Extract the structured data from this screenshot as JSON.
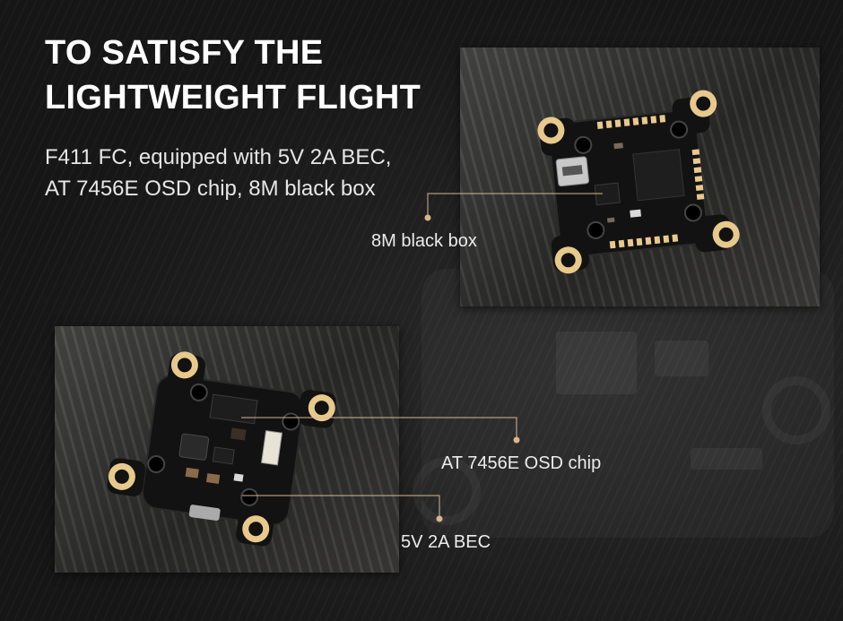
{
  "heading": {
    "line1": "TO SATISFY THE",
    "line2": "LIGHTWEIGHT FLIGHT"
  },
  "description": {
    "line1": "F411 FC, equipped with 5V 2A BEC,",
    "line2": "AT 7456E OSD chip, 8M black box"
  },
  "annotations": {
    "black_box": "8M black box",
    "osd_chip": "AT 7456E OSD chip",
    "bec": "5V 2A BEC"
  },
  "colors": {
    "background": "#1b1b1b",
    "callout": "#d6b78a",
    "pad_gold": "#e8c98c",
    "board": "#121212"
  }
}
